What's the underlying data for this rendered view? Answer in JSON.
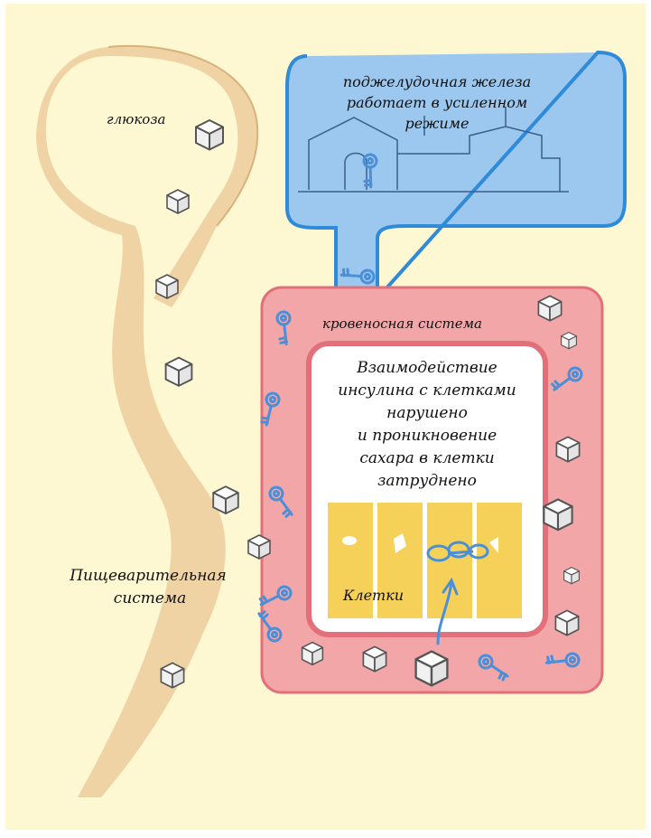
{
  "labels": {
    "pancreas_line1": "поджелудочная железа",
    "pancreas_line2": "работает в усиленном",
    "pancreas_line3": "режиме",
    "glucose": "глюкоза",
    "blood_system": "кровеносная система",
    "interaction_line1": "Взаимодействие",
    "interaction_line2": "инсулина с клетками",
    "interaction_line3": "нарушено",
    "interaction_line4": "и проникновение",
    "interaction_line5": "сахара в клетки",
    "interaction_line6": "затруднено",
    "cells": "Клетки",
    "digestive_line1": "Пищеварительная",
    "digestive_line2": "система"
  },
  "colors": {
    "background": "#FDF7D2",
    "digestive_fill": "#EFD3A5",
    "digestive_stroke": "#D8B27A",
    "pancreas_fill": "#9CC7EE",
    "pancreas_stroke": "#2F8AD8",
    "blood_fill": "#F3A6A8",
    "blood_stroke": "#E2707A",
    "inner_fill": "#FFFFFF",
    "cell_fill": "#F6D15A",
    "cell_stroke": "#E5B53A",
    "key_color": "#4A8FD8",
    "sugar_fill": "#FFFFFF",
    "sugar_stroke": "#555555"
  },
  "icons": {
    "sugar": "sugar-cube-icon",
    "key": "insulin-key-icon",
    "building": "pancreas-building-icon",
    "arrow": "arrow-up-icon"
  }
}
